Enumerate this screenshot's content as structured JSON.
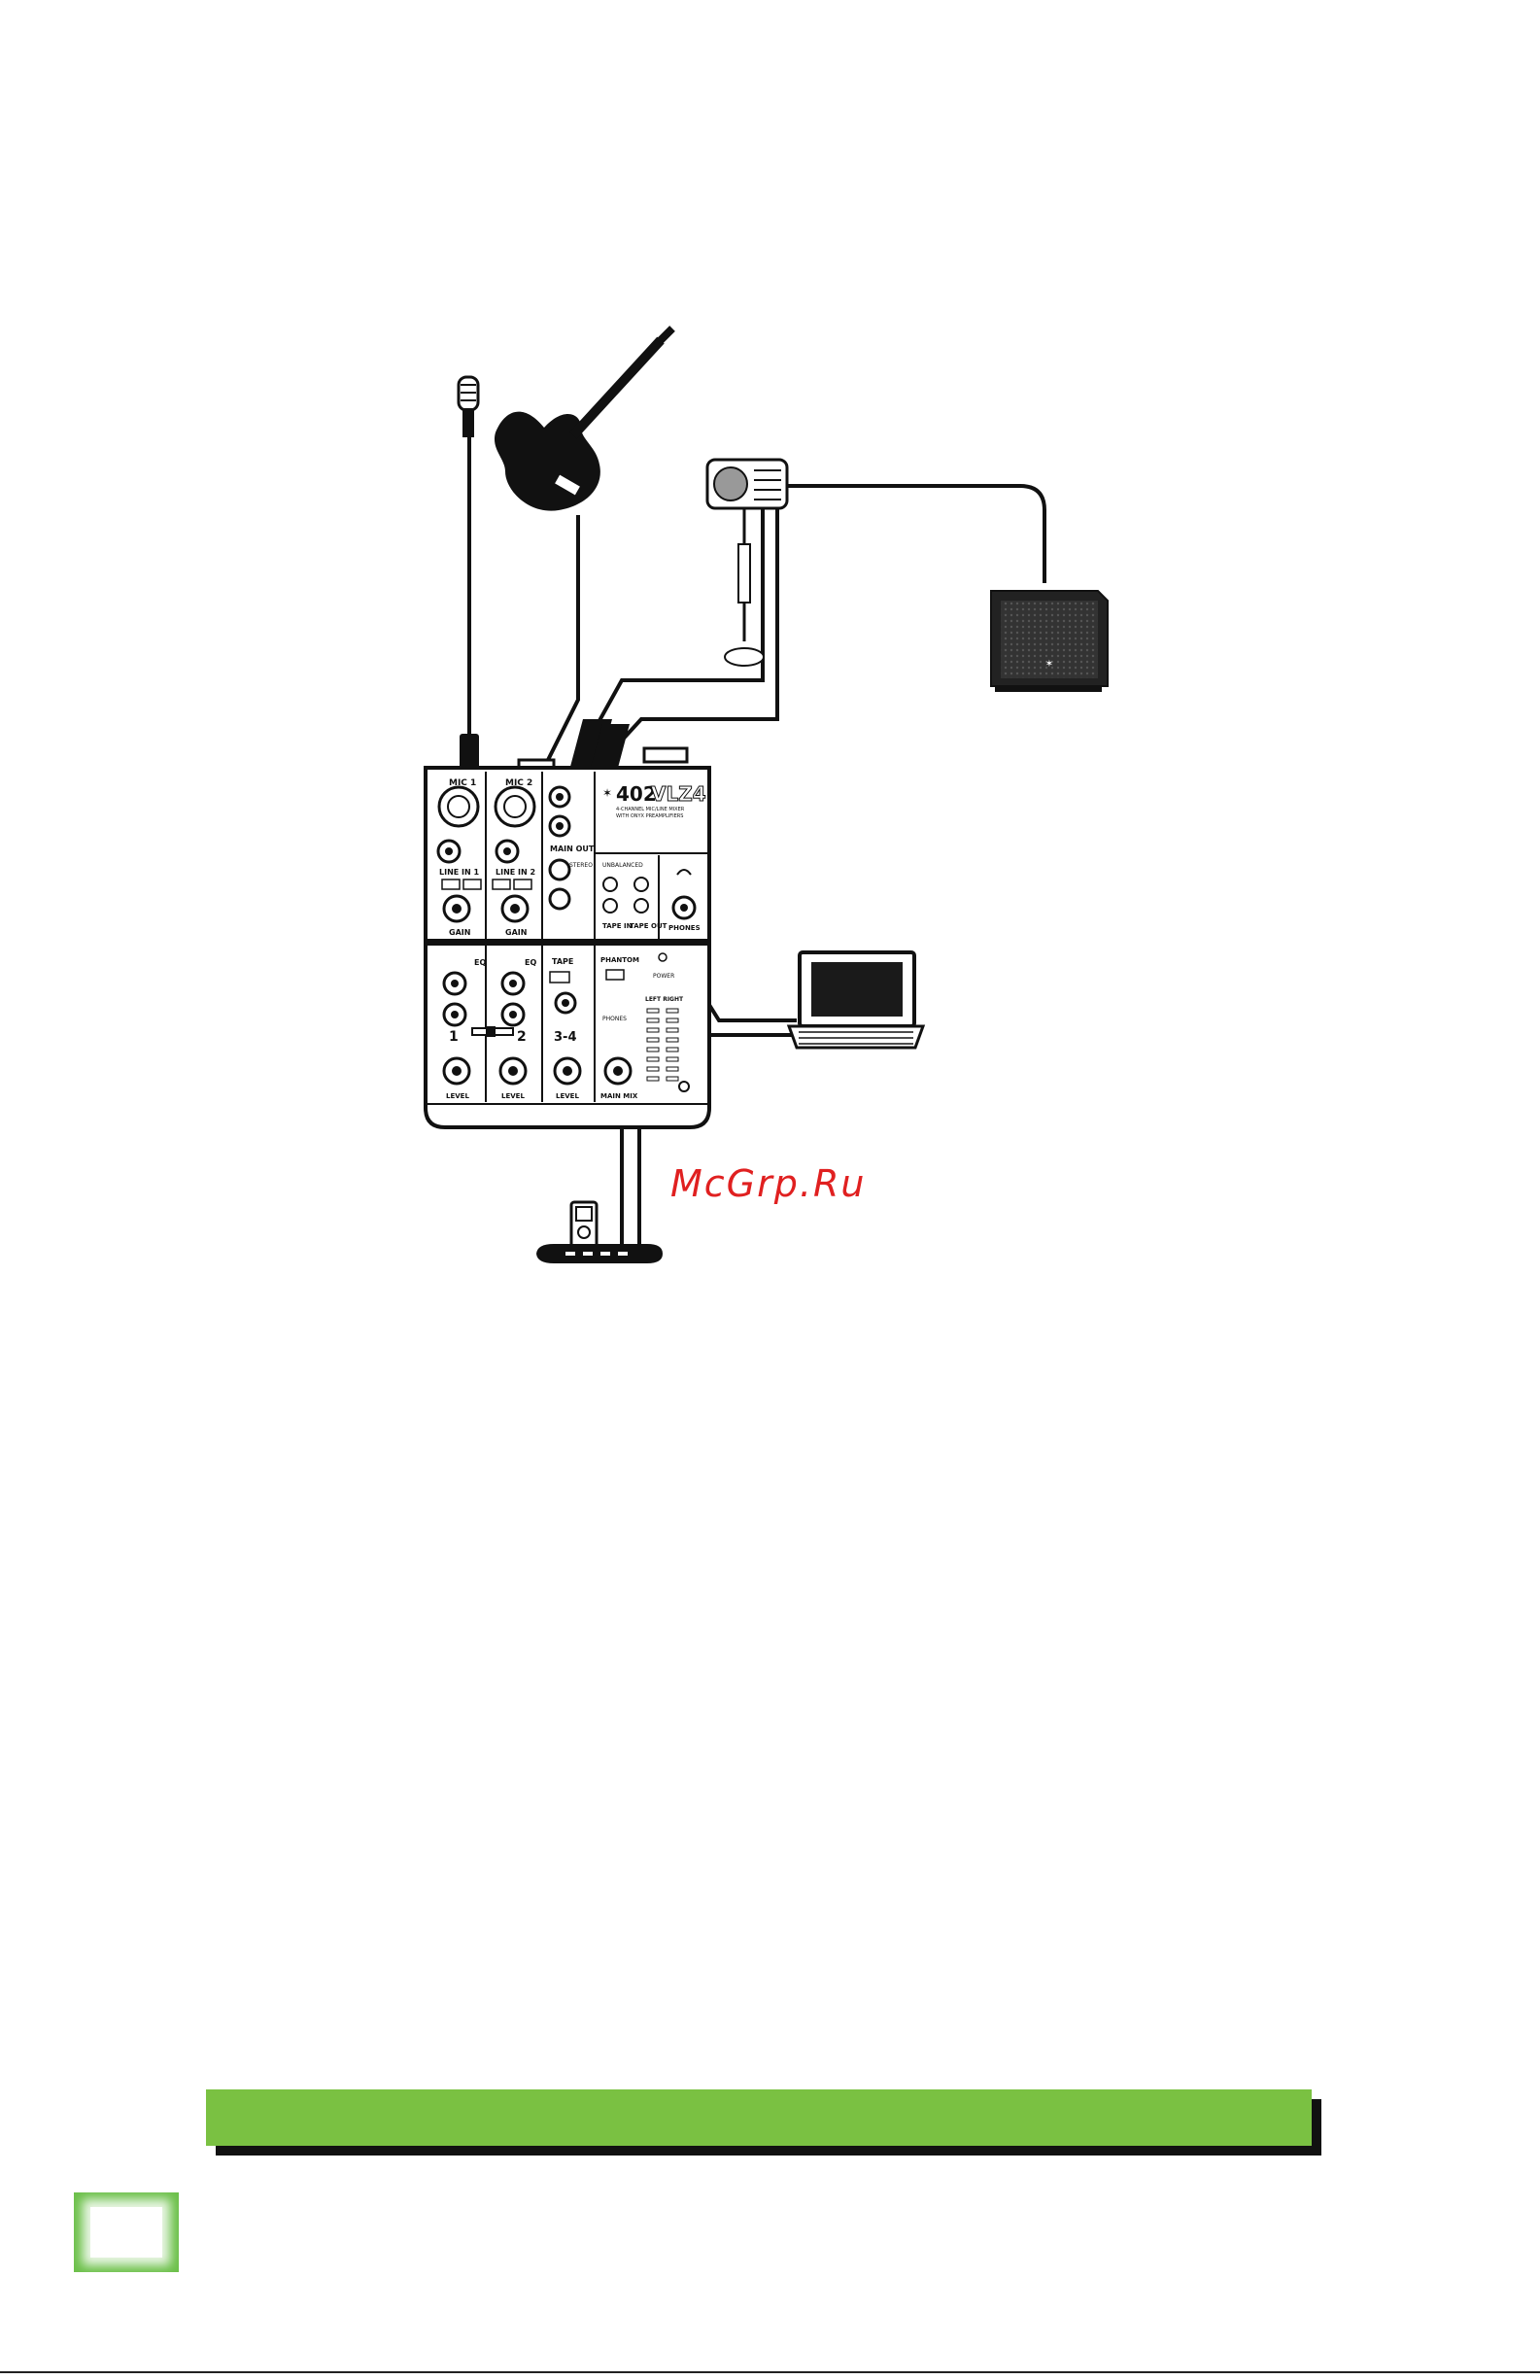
{
  "mixer": {
    "model": "402",
    "model_suffix": "VLZ4",
    "tagline": "4-CHANNEL MIC/LINE MIXER",
    "tagline2": "WITH ONYX PREAMPLIFIERS",
    "labels": {
      "mic1": "MIC 1",
      "mic2": "MIC 2",
      "line_in_1": "LINE IN 1",
      "line_in_2": "LINE IN 2",
      "gain": "GAIN",
      "main_out": "MAIN OUT",
      "stereo": "STEREO",
      "unbalanced": "UNBALANCED",
      "tape_in": "TAPE IN",
      "tape_out": "TAPE OUT",
      "phones": "PHONES",
      "eq": "EQ",
      "level": "LEVEL",
      "main_mix": "MAIN MIX",
      "tape": "TAPE",
      "phantom": "PHANTOM",
      "power": "POWER",
      "left_right": "LEFT  RIGHT",
      "ch1": "1",
      "ch2": "2",
      "ch34": "3-4"
    }
  },
  "watermark": "McGrp.Ru"
}
